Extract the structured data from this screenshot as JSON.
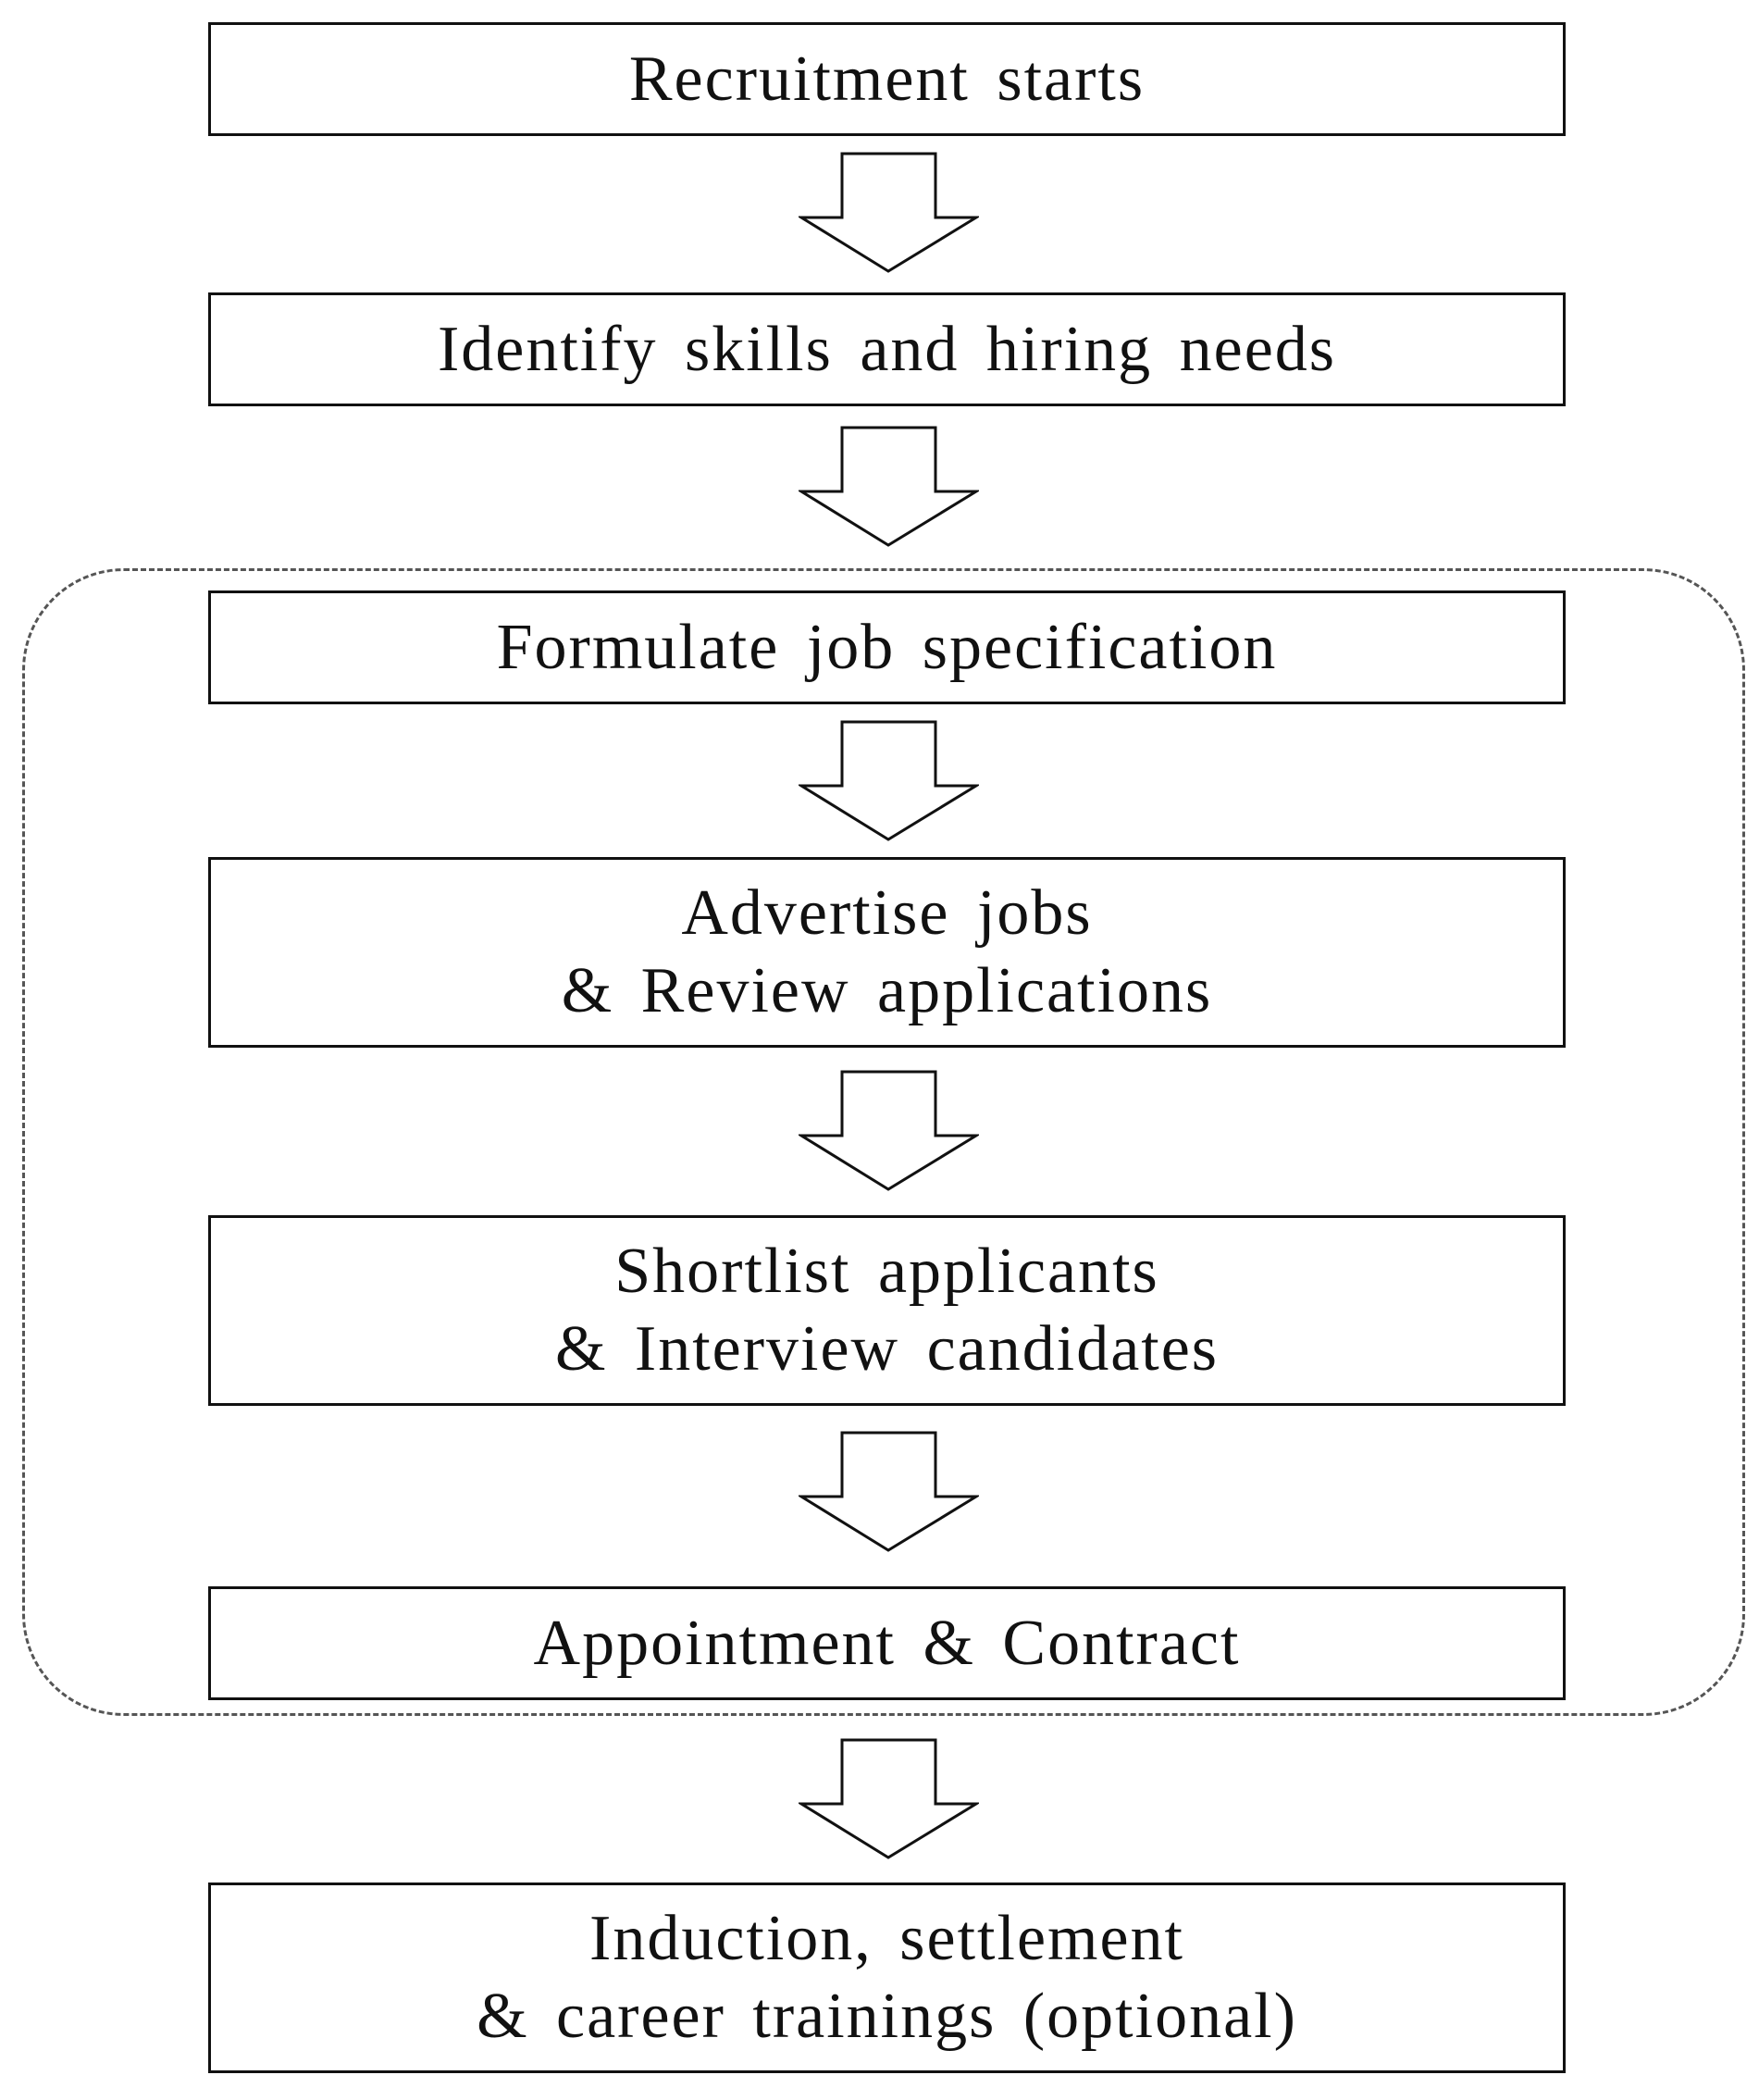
{
  "steps": [
    {
      "lines": [
        "Recruitment  starts"
      ]
    },
    {
      "lines": [
        "Identify  skills  and  hiring  needs"
      ]
    },
    {
      "lines": [
        "Formulate job  specification"
      ]
    },
    {
      "lines": [
        "Advertise  jobs",
        "& Review  applications"
      ]
    },
    {
      "lines": [
        "Shortlist applicants",
        "& Interview  candidates"
      ]
    },
    {
      "lines": [
        "Appointment  & Contract"
      ]
    },
    {
      "lines": [
        "Induction,  settlement",
        "& career  trainings  (optional)"
      ]
    }
  ],
  "arrow_icon": "down-hollow-arrow-icon",
  "colors": {
    "stroke": "#111111",
    "dashed_group": "#555555",
    "background": "#ffffff"
  }
}
